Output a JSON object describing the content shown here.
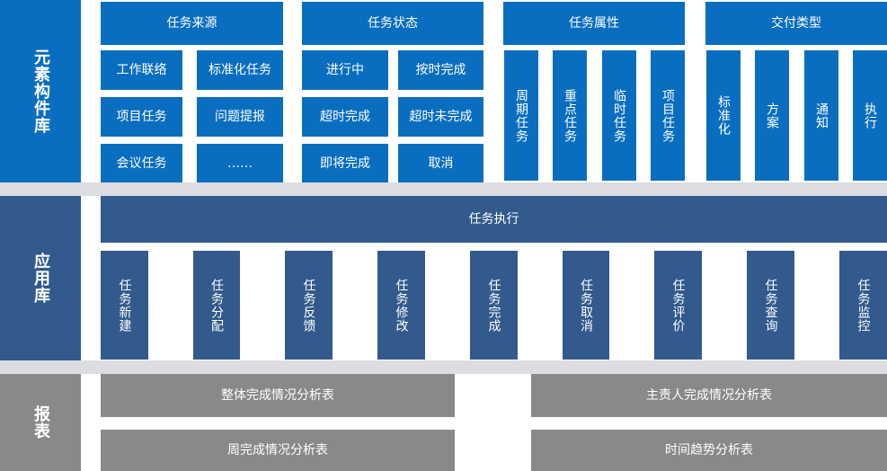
{
  "sections": {
    "element_library": "元素构件库",
    "app_library": "应用库",
    "report": "报表"
  },
  "element_groups": {
    "source": {
      "header": "任务来源",
      "items": [
        "工作联络",
        "标准化任务",
        "项目任务",
        "问题提报",
        "会议任务",
        "……"
      ]
    },
    "status": {
      "header": "任务状态",
      "items": [
        "进行中",
        "按时完成",
        "超时完成",
        "超时未完成",
        "即将完成",
        "取消"
      ]
    },
    "attribute": {
      "header": "任务属性",
      "items": [
        "周期任务",
        "重点任务",
        "临时任务",
        "项目任务"
      ]
    },
    "delivery": {
      "header": "交付类型",
      "items": [
        "标准化",
        "方案",
        "通知",
        "执行"
      ]
    }
  },
  "app": {
    "header": "任务执行",
    "items": [
      "任务新建",
      "任务分配",
      "任务反馈",
      "任务修改",
      "任务完成",
      "任务取消",
      "任务评价",
      "任务查询",
      "任务监控"
    ]
  },
  "reports": [
    "整体完成情况分析表",
    "主责人完成情况分析表",
    "周完成情况分析表",
    "时间趋势分析表"
  ],
  "colors": {
    "element_blue": "#0a6ec0",
    "app_navy": "#325a8c",
    "report_gray": "#898989"
  }
}
